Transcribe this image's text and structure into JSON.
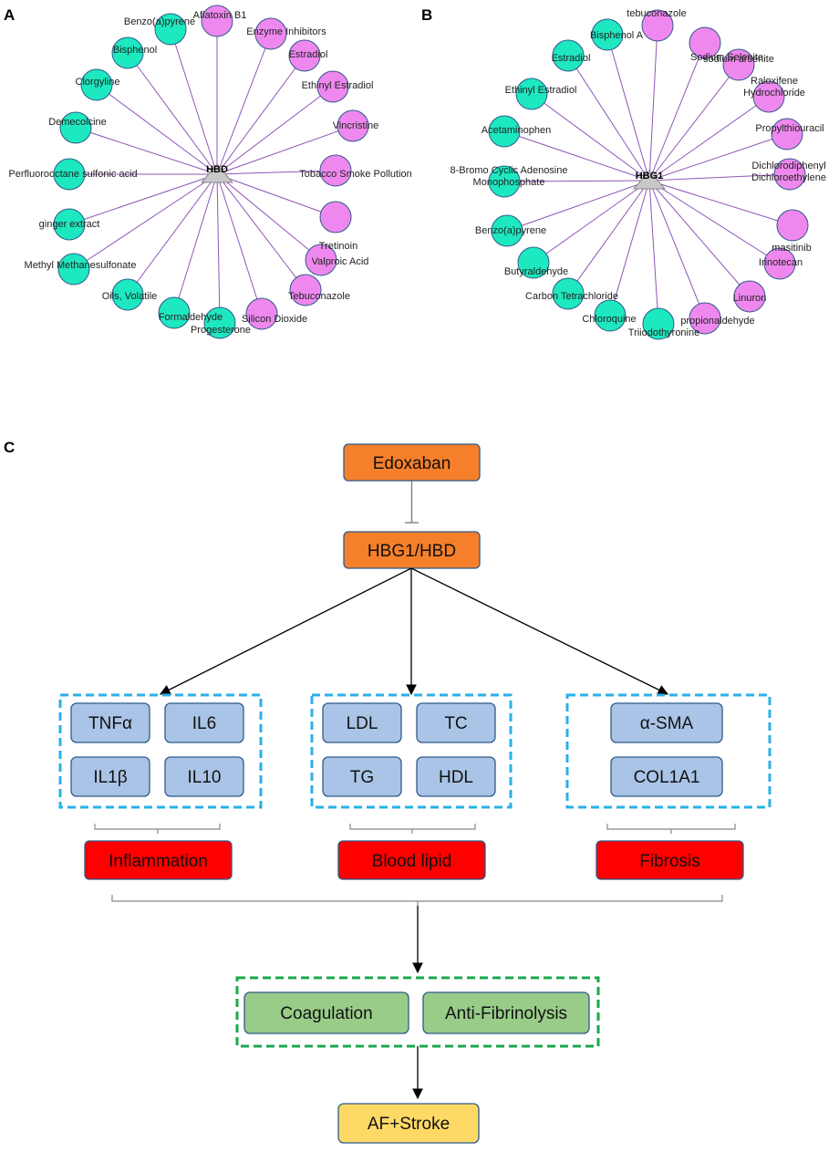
{
  "colors": {
    "edge": "#8e55b8",
    "node_green": "#1de8c0",
    "node_pink": "#ee88ee",
    "node_stroke": "#2f5a8a",
    "hub_fill": "#c8c8c8",
    "orange": "#f57f2a",
    "blue_box": "#a9c4e6",
    "red_box": "#ff0000",
    "green_box": "#99cc88",
    "yellow_box": "#ffd966",
    "cyan_dash": "#2ab0e8",
    "green_dash": "#1aa84b"
  },
  "panels": {
    "a": "A",
    "b": "B",
    "c": "C"
  },
  "network_a": {
    "hub": "HBD",
    "nodes": [
      {
        "label": "Aflatoxin B1",
        "color": "pink"
      },
      {
        "label": "Enzyme Inhibitors",
        "color": "pink"
      },
      {
        "label": "Estradiol",
        "color": "pink"
      },
      {
        "label": "Ethinyl Estradiol",
        "color": "pink"
      },
      {
        "label": "Vincristine",
        "color": "pink"
      },
      {
        "label": "Tobacco Smoke Pollution",
        "color": "pink"
      },
      {
        "label": "Tretinoin",
        "color": "pink"
      },
      {
        "label": "Valproic Acid",
        "color": "pink"
      },
      {
        "label": "Tebuconazole",
        "color": "pink"
      },
      {
        "label": "Silicon Dioxide",
        "color": "pink"
      },
      {
        "label": "Progesterone",
        "color": "green"
      },
      {
        "label": "Formaldehyde",
        "color": "green"
      },
      {
        "label": "Oils, Volatile",
        "color": "green"
      },
      {
        "label": "Methyl Methanesulfonate",
        "color": "green"
      },
      {
        "label": "ginger extract",
        "color": "green"
      },
      {
        "label": "Perfluorooctane sulfonic acid",
        "color": "green"
      },
      {
        "label": "Demecolcine",
        "color": "green"
      },
      {
        "label": "Clorgyline",
        "color": "green"
      },
      {
        "label": "Bisphenol",
        "color": "green"
      },
      {
        "label": "Benzo(a)pyrene",
        "color": "green"
      }
    ]
  },
  "network_b": {
    "hub": "HBG1",
    "nodes": [
      {
        "label": "tebuconazole",
        "color": "pink"
      },
      {
        "label": "Sodium Selenite",
        "color": "pink"
      },
      {
        "label": "sodium arsenite",
        "color": "pink"
      },
      {
        "label": "Raloxifene Hydrochloride",
        "color": "pink"
      },
      {
        "label": "Propylthiouracil",
        "color": "pink"
      },
      {
        "label": "Dichlorodiphenyl Dichloroethylene",
        "color": "pink"
      },
      {
        "label": "masitinib",
        "color": "pink"
      },
      {
        "label": "Irinotecan",
        "color": "pink"
      },
      {
        "label": "Linuron",
        "color": "pink"
      },
      {
        "label": "propionaldehyde",
        "color": "pink"
      },
      {
        "label": "Triiodothyronine",
        "color": "green"
      },
      {
        "label": "Chloroquine",
        "color": "green"
      },
      {
        "label": "Carbon Tetrachloride",
        "color": "green"
      },
      {
        "label": "Butyraldehyde",
        "color": "green"
      },
      {
        "label": "Benzo(a)pyrene",
        "color": "green"
      },
      {
        "label": "8-Bromo Cyclic Adenosine Monophosphate",
        "color": "green"
      },
      {
        "label": "Acetaminophen",
        "color": "green"
      },
      {
        "label": "Ethinyl Estradiol",
        "color": "green"
      },
      {
        "label": "Estradiol",
        "color": "green"
      },
      {
        "label": "Bisphenol A",
        "color": "green"
      }
    ]
  },
  "flow": {
    "drug": "Edoxaban",
    "target": "HBG1/HBD",
    "inflammation_markers": [
      "TNFα",
      "IL6",
      "IL1β",
      "IL10"
    ],
    "lipid_markers": [
      "LDL",
      "TC",
      "TG",
      "HDL"
    ],
    "fibrosis_markers": [
      "α-SMA",
      "COL1A1"
    ],
    "inflammation": "Inflammation",
    "blood_lipid": "Blood lipid",
    "fibrosis": "Fibrosis",
    "coagulation": "Coagulation",
    "anti_fibrinolysis": "Anti-Fibrinolysis",
    "outcome": "AF+Stroke"
  }
}
